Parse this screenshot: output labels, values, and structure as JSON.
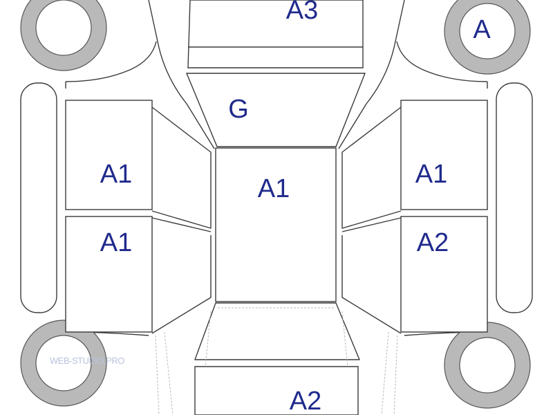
{
  "colors": {
    "label": "#1f2a8c",
    "outline": "#3a3a3a",
    "tire": "#b9b9b9",
    "watermark": "#b9c3dc"
  },
  "watermark": "WEB-STUDIO.PRO",
  "damage_codes": {
    "rear_top": "A3",
    "rear_wheel_right": "A",
    "rear_window": "G",
    "roof": "A1",
    "left_rear_door": "A1",
    "left_front_door": "A1",
    "right_rear_door": "A1",
    "right_front_door": "A2",
    "front_hood": "A2"
  }
}
